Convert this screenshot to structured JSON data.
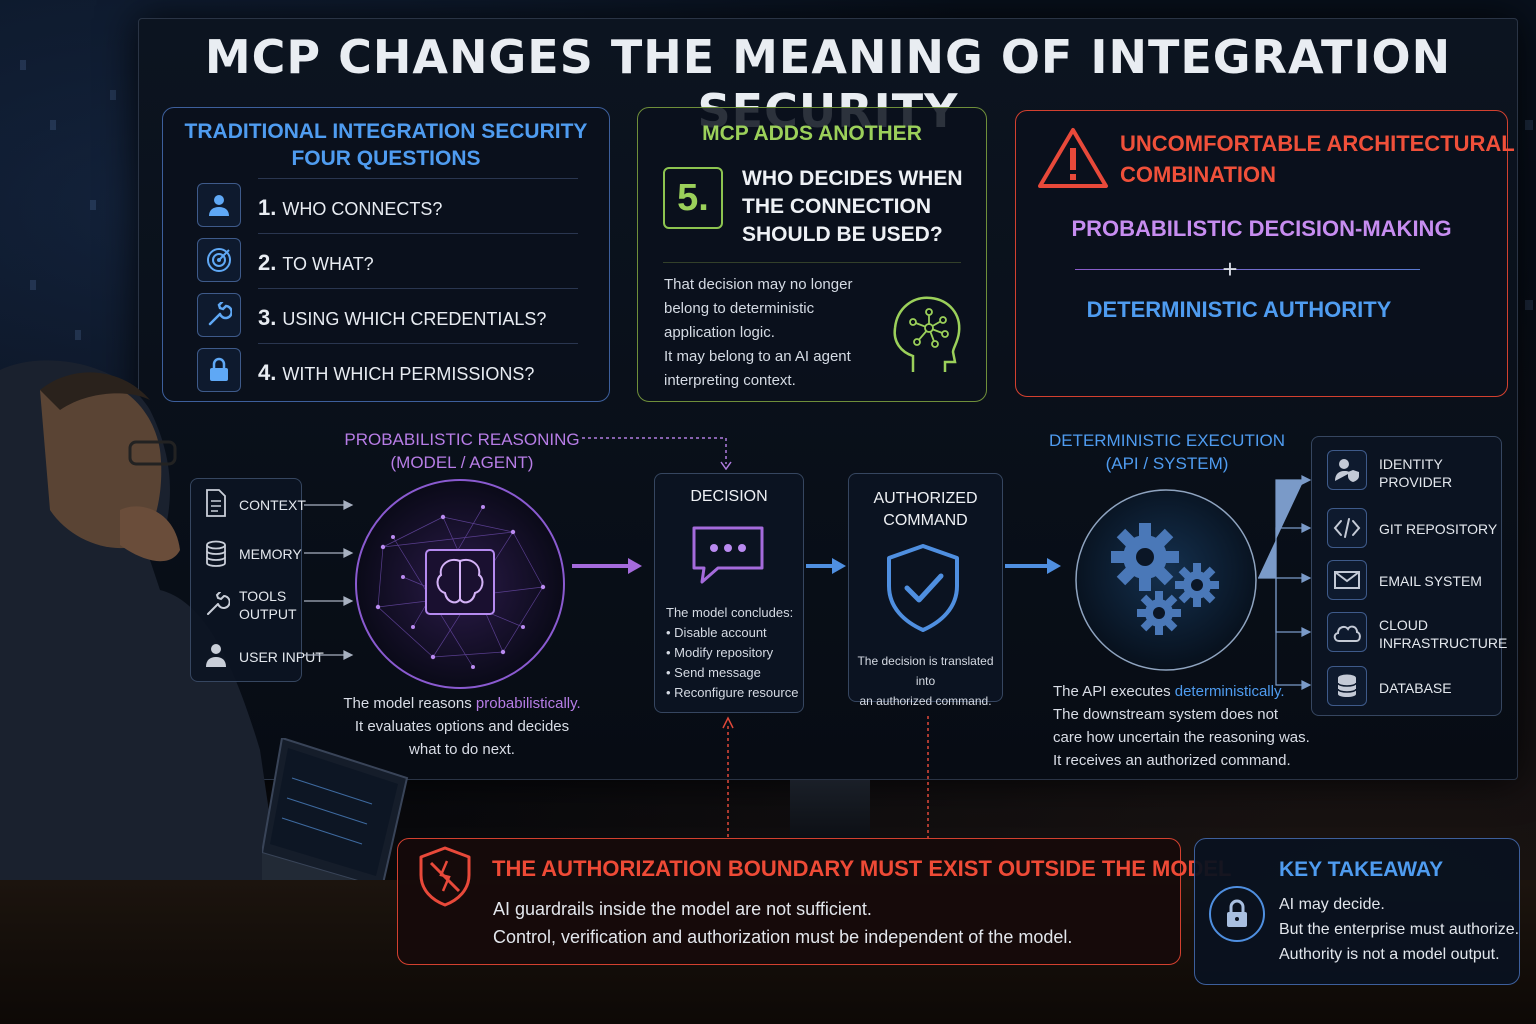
{
  "title": "MCP CHANGES THE MEANING OF INTEGRATION SECURITY",
  "traditional": {
    "heading_line1": "TRADITIONAL INTEGRATION SECURITY",
    "heading_line2": "FOUR QUESTIONS",
    "questions": [
      {
        "num": "1.",
        "text": "WHO CONNECTS?",
        "icon": "user-icon"
      },
      {
        "num": "2.",
        "text": "TO WHAT?",
        "icon": "target-icon"
      },
      {
        "num": "3.",
        "text": "USING WHICH CREDENTIALS?",
        "icon": "wrench-icon"
      },
      {
        "num": "4.",
        "text": "WITH WHICH PERMISSIONS?",
        "icon": "lock-icon"
      }
    ]
  },
  "mcp": {
    "heading": "MCP ADDS ANOTHER",
    "number": "5.",
    "question_line1": "WHO DECIDES WHEN",
    "question_line2": "THE CONNECTION",
    "question_line3": "SHOULD BE USED?",
    "body": [
      "That decision may no longer",
      "belong to deterministic",
      "application logic.",
      "It may belong to an AI agent",
      "interpreting context."
    ]
  },
  "warning": {
    "heading_line1": "UNCOMFORTABLE ARCHITECTURAL",
    "heading_line2": "COMBINATION",
    "item1": "PROBABILISTIC DECISION-MAKING",
    "plus": "+",
    "item2": "DETERMINISTIC AUTHORITY"
  },
  "reasoning": {
    "heading_line1": "PROBABILISTIC REASONING",
    "heading_line2": "(MODEL / AGENT)",
    "inputs": [
      "CONTEXT",
      "MEMORY",
      "TOOLS OUTPUT",
      "USER INPUT"
    ],
    "inputs_split": [
      [
        "CONTEXT"
      ],
      [
        "MEMORY"
      ],
      [
        "TOOLS",
        "OUTPUT"
      ],
      [
        "USER INPUT"
      ]
    ],
    "caption_pre": "The model reasons ",
    "caption_highlight": "probabilistically.",
    "caption_line2": "It evaluates options and decides",
    "caption_line3": "what to do next."
  },
  "decision": {
    "heading": "DECISION",
    "intro": "The model concludes:",
    "items": [
      "• Disable account",
      "• Modify repository",
      "• Send message",
      "• Reconfigure resource"
    ]
  },
  "command": {
    "heading_line1": "AUTHORIZED",
    "heading_line2": "COMMAND",
    "caption_line1": "The decision is translated into",
    "caption_line2": "an authorized command."
  },
  "execution": {
    "heading_line1": "DETERMINISTIC EXECUTION",
    "heading_line2": "(API / SYSTEM)",
    "caption_pre": "The API executes ",
    "caption_highlight": "deterministically.",
    "caption_line2": "The downstream system does not",
    "caption_line3": "care how uncertain the reasoning was.",
    "caption_line4": "It receives an authorized command."
  },
  "systems": [
    {
      "line1": "IDENTITY",
      "line2": "PROVIDER",
      "icon": "identity-icon"
    },
    {
      "line1": "GIT REPOSITORY",
      "line2": "",
      "icon": "code-icon"
    },
    {
      "line1": "EMAIL SYSTEM",
      "line2": "",
      "icon": "mail-icon"
    },
    {
      "line1": "CLOUD",
      "line2": "INFRASTRUCTURE",
      "icon": "cloud-icon"
    },
    {
      "line1": "DATABASE",
      "line2": "",
      "icon": "database-icon"
    }
  ],
  "boundary": {
    "heading": "THE AUTHORIZATION BOUNDARY MUST EXIST OUTSIDE THE MODEL",
    "line1": "AI guardrails inside the model are not sufficient.",
    "line2": "Control, verification and authorization must be independent of the model."
  },
  "takeaway": {
    "heading": "KEY TAKEAWAY",
    "line1": "AI may decide.",
    "line2": "But the enterprise must authorize.",
    "line3": "Authority is not a model output."
  },
  "colors": {
    "blue": "#4f9cf0",
    "green": "#9bd05a",
    "red": "#f0503a",
    "purple": "#c78df0"
  }
}
